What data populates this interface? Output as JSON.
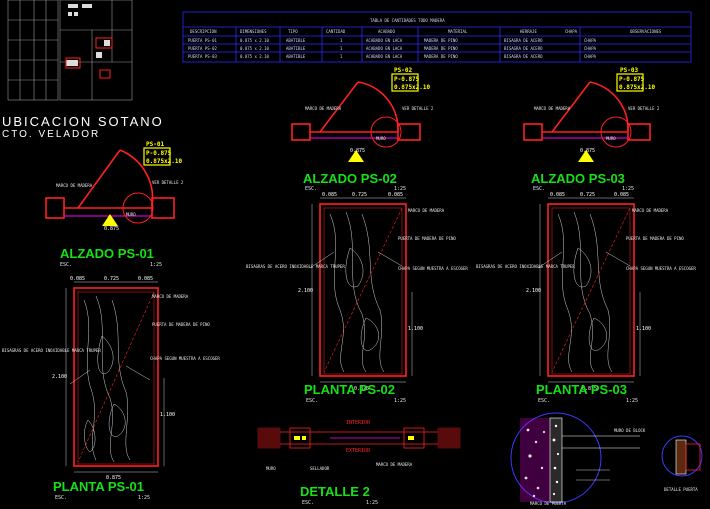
{
  "location": {
    "title": "UBICACION SOTANO",
    "subtitle": "CTO. VELADOR"
  },
  "table": {
    "title": "TABLA DE CANTIDADES TODO MADERA",
    "headers": [
      "DESCRIPCION",
      "DIMENSIONES",
      "TIPO",
      "CANTIDAD",
      "ACABADO",
      "MATERIAL",
      "HERRAJE",
      "CHAPA",
      "OBSERVACIONES"
    ],
    "rows": [
      [
        "PUERTA PS-01",
        "0.875 x 2.10",
        "ABATIBLE",
        "1",
        "ACABADO EN LACA",
        "MADERA DE PINO",
        "BISAGRA DE ACERO",
        "CHAPA",
        ""
      ],
      [
        "PUERTA PS-02",
        "0.875 x 2.10",
        "ABATIBLE",
        "1",
        "ACABADO EN LACA",
        "MADERA DE PINO",
        "BISAGRA DE ACERO",
        "CHAPA",
        ""
      ],
      [
        "PUERTA PS-03",
        "0.875 x 2.10",
        "ABATIBLE",
        "1",
        "ACABADO EN LACA",
        "MADERA DE PINO",
        "BISAGRA DE ACERO",
        "CHAPA",
        ""
      ]
    ]
  },
  "alzado_01": {
    "title": "ALZADO PS-01",
    "scale_label": "ESC.",
    "scale": "1:25",
    "tag_id": "PS-01",
    "tag_line1": "P-0.875",
    "tag_line2": "0.875x2.10",
    "note1": "MARCO DE MADERA",
    "note2": "VER DETALLE 2",
    "note3": "MURO",
    "dim_width": "0.875"
  },
  "alzado_02": {
    "title": "ALZADO PS-02",
    "scale_label": "ESC.",
    "scale": "1:25",
    "tag_id": "PS-02",
    "tag_line1": "P-0.875",
    "tag_line2": "0.875x2.10",
    "note1": "MARCO DE MADERA",
    "note2": "VER DETALLE 2",
    "note3": "MURO",
    "dim_width": "0.875"
  },
  "alzado_03": {
    "title": "ALZADO PS-03",
    "scale_label": "ESC.",
    "scale": "1:25",
    "tag_id": "PS-03",
    "tag_line1": "P-0.875",
    "tag_line2": "0.875x2.10",
    "note1": "MARCO DE MADERA",
    "note2": "VER DETALLE 2",
    "note3": "MURO",
    "dim_width": "0.875"
  },
  "planta_01": {
    "title": "PLANTA PS-01",
    "scale_label": "ESC.",
    "scale": "1:25",
    "dim_top_l": "0.085",
    "dim_top_r": "0.725",
    "dim_top_rr": "0.085",
    "dim_height": "2.100",
    "dim_height2": "1.100",
    "dim_bottom": "0.875",
    "note_hinge": "BISAGRAS DE ACERO INOXIDABLE MARCA TRUPER",
    "note_knob": "CHAPA SEGUN MUESTRA A ESCOGER",
    "note_frame": "MARCO DE MADERA",
    "note_door": "PUERTA DE MADERA DE PINO"
  },
  "planta_02": {
    "title": "PLANTA PS-02",
    "scale_label": "ESC.",
    "scale": "1:25",
    "dim_top_l": "0.085",
    "dim_top_r": "0.725",
    "dim_top_rr": "0.085",
    "dim_height": "2.100",
    "dim_height2": "1.100",
    "dim_bottom": "0.875",
    "note_hinge": "BISAGRAS DE ACERO INOXIDABLE MARCA TRUPER",
    "note_knob": "CHAPA SEGUN MUESTRA A ESCOGER",
    "note_frame": "MARCO DE MADERA",
    "note_door": "PUERTA DE MADERA DE PINO"
  },
  "planta_03": {
    "title": "PLANTA PS-03",
    "scale_label": "ESC.",
    "scale": "1:25",
    "dim_top_l": "0.085",
    "dim_top_r": "0.725",
    "dim_top_rr": "0.085",
    "dim_height": "2.100",
    "dim_height2": "1.100",
    "dim_bottom": "0.875",
    "note_hinge": "BISAGRAS DE ACERO INOXIDABLE MARCA TRUPER",
    "note_knob": "CHAPA SEGUN MUESTRA A ESCOGER",
    "note_frame": "MARCO DE MADERA",
    "note_door": "PUERTA DE MADERA DE PINO"
  },
  "detalle_2": {
    "title": "DETALLE 2",
    "scale_label": "ESC.",
    "scale": "1:25",
    "label_interior": "INTERIOR",
    "label_exterior": "EXTERIOR",
    "note_wall": "MURO",
    "note_frame": "MARCO DE MADERA",
    "note_seal": "SELLADOR"
  },
  "detail_right": {
    "label_frame": "MARCO DE PUERTA",
    "label_door": "DETALLE PUERTA",
    "note1": "MURO DE BLOCK"
  },
  "colors": {
    "title_green": "#16e016",
    "door_red": "#ff2020",
    "tag_yellow": "#ffff00",
    "wall_magenta": "#ff00ff",
    "table_blue": "#2a2aff",
    "detail_blue": "#3a3aff"
  }
}
